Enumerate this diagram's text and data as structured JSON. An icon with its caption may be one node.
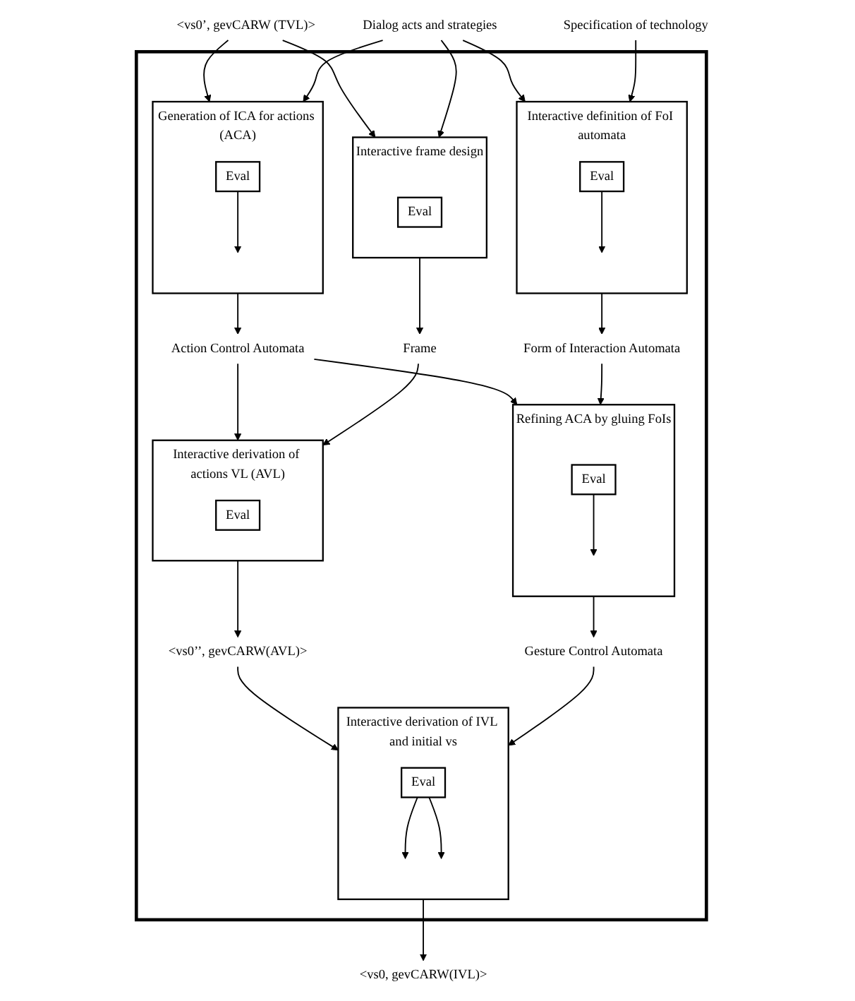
{
  "diagram": {
    "nodes": [
      {
        "text": [],
        "shape": "box"
      },
      {
        "text": [
          "<vs0’, gevCARW (TVL)>"
        ]
      },
      {
        "text": [
          "Dialog acts and strategies"
        ]
      },
      {
        "text": [
          "Specification of technology"
        ]
      },
      {
        "text": [
          "Generation of ICA for actions (ACA)"
        ],
        "in": 0
      },
      {
        "text": [
          "Eval"
        ],
        "in": 4
      },
      {
        "text": [
          "Interactive frame design"
        ],
        "in": 0
      },
      {
        "text": [
          "Eval"
        ],
        "in": 6
      },
      {
        "text": [
          "Interactive definition of FoI automata"
        ],
        "in": 0
      },
      {
        "text": [
          "Eval"
        ],
        "in": 8
      },
      {
        "text": [
          "Action Control Automata"
        ],
        "in": 0
      },
      {
        "text": [
          "Frame"
        ],
        "in": 0
      },
      {
        "text": [
          "Form of Interaction Automata"
        ],
        "in": 0
      },
      {
        "text": [
          "Interactive derivation of actions VL (AVL)"
        ],
        "in": 0
      },
      {
        "text": [
          "Eval"
        ],
        "in": 13
      },
      {
        "text": [
          "Refining ACA by gluing FoIs"
        ],
        "in": 0
      },
      {
        "text": [
          "Eval"
        ],
        "in": 15
      },
      {
        "text": [
          "<vs0’’, gevCARW(AVL)>"
        ],
        "in": 0
      },
      {
        "text": [
          "Gesture Control Automata"
        ],
        "in": 0
      },
      {
        "text": [
          "Interactive derivation of IVL and initial vs"
        ],
        "in": 0
      },
      {
        "text": [
          "Eval"
        ],
        "in": 19
      },
      {
        "text": [
          "<vs0, gevCARW(IVL)>"
        ]
      }
    ],
    "edges": [
      {
        "from": 1,
        "to": 4,
        "arrow": "to"
      },
      {
        "from": 1,
        "to": 6,
        "arrow": "to"
      },
      {
        "from": 2,
        "to": 4,
        "arrow": "to"
      },
      {
        "from": 2,
        "to": 6,
        "arrow": "to"
      },
      {
        "from": 2,
        "to": 8,
        "arrow": "to"
      },
      {
        "from": 3,
        "to": 8,
        "arrow": "to"
      },
      {
        "from": 5,
        "to": null,
        "arrow": "to"
      },
      {
        "from": 4,
        "to": 10,
        "arrow": "to"
      },
      {
        "from": 6,
        "to": 11,
        "arrow": "to"
      },
      {
        "from": 9,
        "to": null,
        "arrow": "to"
      },
      {
        "from": 8,
        "to": 12,
        "arrow": "to"
      },
      {
        "from": 10,
        "to": 13,
        "arrow": "to"
      },
      {
        "from": 10,
        "to": 15,
        "arrow": "to"
      },
      {
        "from": 11,
        "to": 13,
        "arrow": "to"
      },
      {
        "from": 12,
        "to": 15,
        "arrow": "to"
      },
      {
        "from": 13,
        "to": 17,
        "arrow": "to"
      },
      {
        "from": 16,
        "to": null,
        "arrow": "to"
      },
      {
        "from": 15,
        "to": 18,
        "arrow": "to"
      },
      {
        "from": 17,
        "to": 19,
        "arrow": "to"
      },
      {
        "from": 18,
        "to": 19,
        "arrow": "to"
      },
      {
        "from": 19,
        "to": 21,
        "arrow": "to"
      },
      {
        "from": 20,
        "to": null,
        "arrow": "to"
      },
      {
        "from": 20,
        "to": null,
        "arrow": "to"
      }
    ]
  }
}
